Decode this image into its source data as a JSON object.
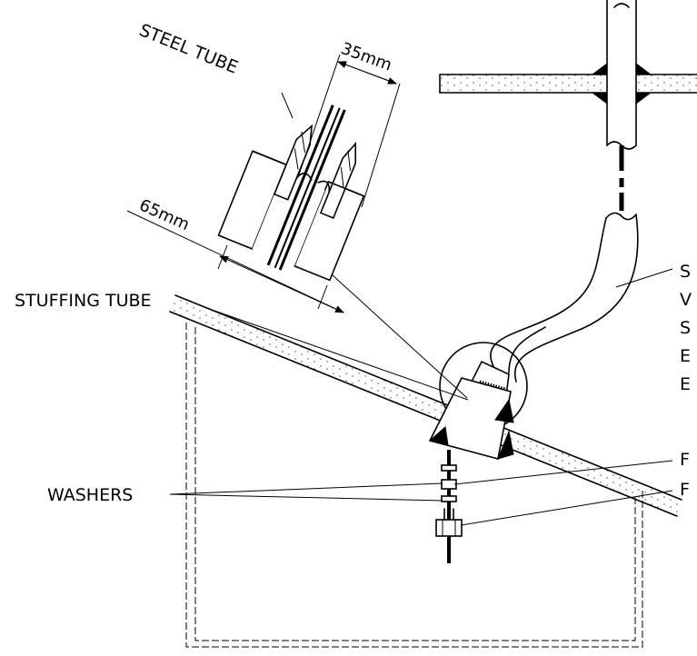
{
  "labels": {
    "steel_tube": "STEEL TUBE",
    "dim_35": "35mm",
    "dim_65": "65mm",
    "stuffing_tube": "STUFFING TUBE",
    "washers": "WASHERS",
    "right_cut": [
      "S",
      "V",
      "S",
      "E",
      "E",
      "F",
      "F"
    ]
  }
}
